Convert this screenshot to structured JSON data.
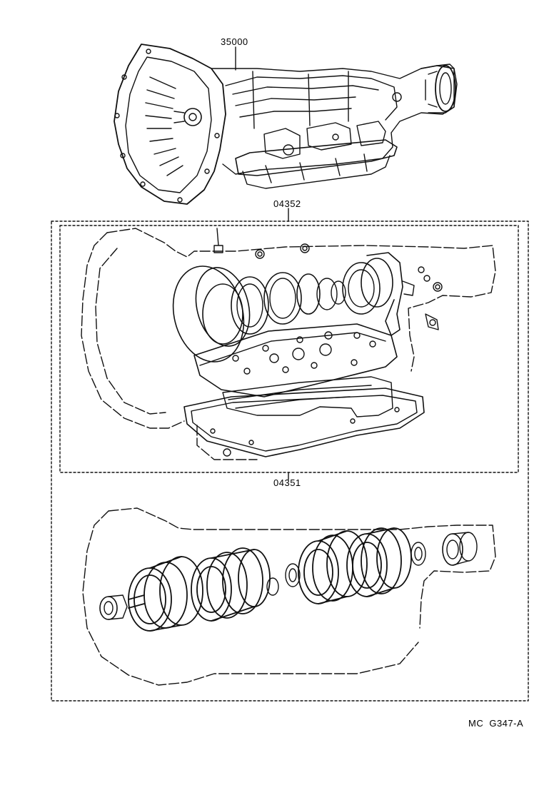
{
  "labels": {
    "transmission_assy": "35000",
    "overhaul_kit_outer": "04352",
    "gasket_kit_inner": "04351"
  },
  "footer_code": "MC G347-A",
  "colors": {
    "line": "#111111",
    "background": "#ffffff"
  }
}
